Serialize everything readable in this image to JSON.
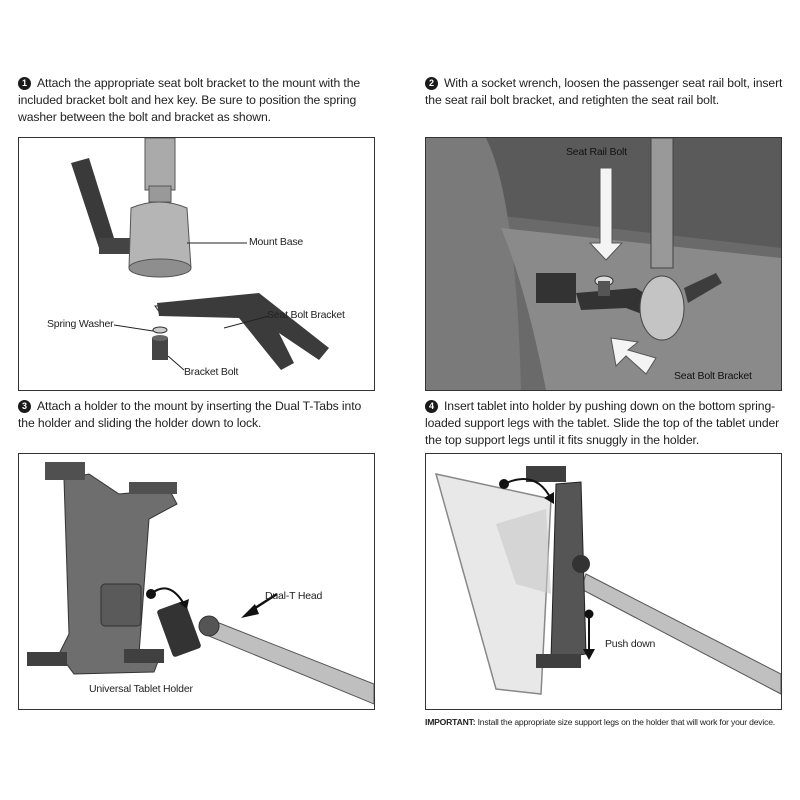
{
  "steps": [
    {
      "num": "1",
      "text": "Attach the appropriate seat bolt bracket to the mount with the included bracket bolt and hex key. Be sure to position the spring washer between the  bolt and bracket as shown."
    },
    {
      "num": "2",
      "text": "With a socket wrench, loosen the passenger seat rail bolt, insert the seat rail bolt bracket, and retighten the seat rail bolt."
    },
    {
      "num": "3",
      "text": "Attach a holder to the mount by inserting the Dual T-Tabs into the holder and sliding the holder down to lock."
    },
    {
      "num": "4",
      "text": "Insert tablet into holder by pushing down on the bottom spring-loaded support legs with the tablet. Slide the top of the tablet under the top support legs until it fits snuggly in the holder."
    }
  ],
  "labels": {
    "mount_base": "Mount Base",
    "spring_washer": "Spring Washer",
    "seat_bolt_bracket_1": "Seat Bolt Bracket",
    "bracket_bolt": "Bracket Bolt",
    "seat_rail_bolt": "Seat Rail Bolt",
    "seat_bolt_bracket_2": "Seat Bolt Bracket",
    "dual_t_head": "Dual-T Head",
    "universal_tablet_holder": "Universal Tablet Holder",
    "push_down": "Push down"
  },
  "note": {
    "label": "IMPORTANT:",
    "text": "Install the appropriate size support legs on the holder that will work for your device."
  }
}
